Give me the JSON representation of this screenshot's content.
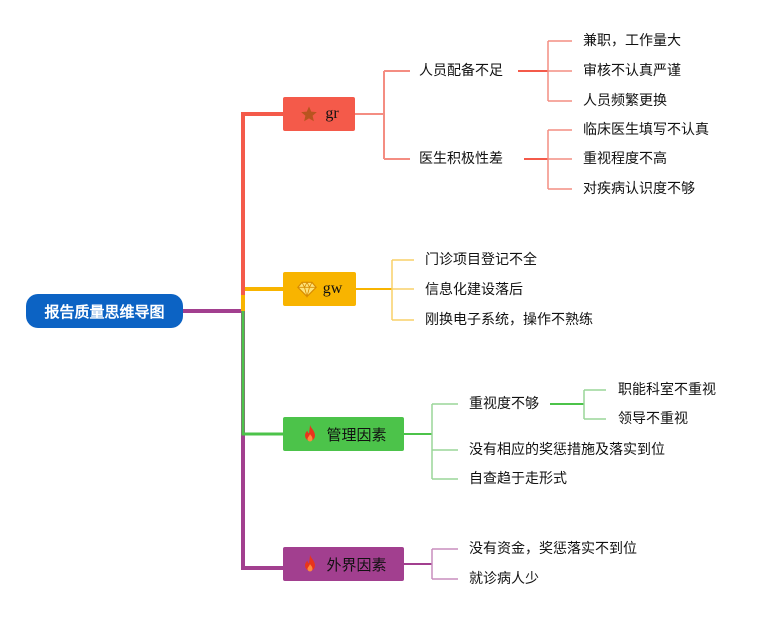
{
  "root": {
    "label": "报告质量思维导图"
  },
  "branches": [
    {
      "label": "gr",
      "icon": "star-icon",
      "color": "#f45a4a",
      "children": [
        {
          "label": "人员配备不足",
          "children": [
            "兼职，工作量大",
            "审核不认真严谨",
            "人员频繁更换"
          ]
        },
        {
          "label": "医生积极性差",
          "children": [
            "临床医生填写不认真",
            "重视程度不高",
            "对疾病认识度不够"
          ]
        }
      ]
    },
    {
      "label": "gw",
      "icon": "diamond-icon",
      "color": "#f8b400",
      "children": [
        {
          "label": "门诊项目登记不全"
        },
        {
          "label": "信息化建设落后"
        },
        {
          "label": "刚换电子系统，操作不熟练"
        }
      ]
    },
    {
      "label": "管理因素",
      "icon": "fire-icon",
      "color": "#4cc34a",
      "children": [
        {
          "label": "重视度不够",
          "children": [
            "职能科室不重视",
            "领导不重视"
          ]
        },
        {
          "label": "没有相应的奖惩措施及落实到位"
        },
        {
          "label": "自查趋于走形式"
        }
      ]
    },
    {
      "label": "外界因素",
      "icon": "fire-icon",
      "color": "#a23f8f",
      "children": [
        {
          "label": "没有资金，奖惩落实不到位"
        },
        {
          "label": "就诊病人少"
        }
      ]
    }
  ]
}
